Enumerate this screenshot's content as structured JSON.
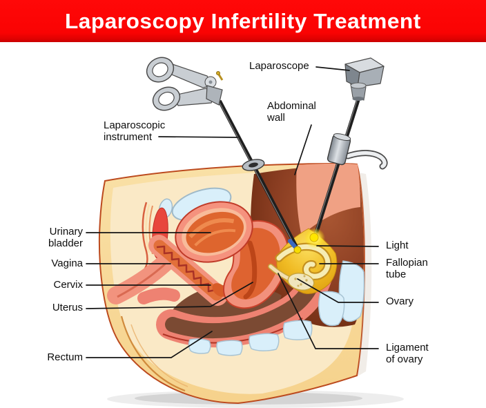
{
  "title": "Laparoscopy Infertility Treatment",
  "labels": {
    "laparoscope": "Laparoscope",
    "abdominal_wall": "Abdominal wall",
    "laparoscopic_instrument": "Laparoscopic instrument",
    "urinary_bladder": "Urinary bladder",
    "vagina": "Vagina",
    "cervix": "Cervix",
    "uterus": "Uterus",
    "rectum": "Rectum",
    "light": "Light",
    "fallopian_tube": "Fallopian tube",
    "ovary": "Ovary",
    "ligament_of_ovary": "Ligament of ovary"
  },
  "colors": {
    "banner_red": "#FA0303",
    "banner_text": "#FFFFFF",
    "skin_tan": "#F8DCA0",
    "inner_cream": "#FAE9C6",
    "cavity_brown": "#6E2C18",
    "organ_salmon": "#F2917C",
    "bladder_orange": "#DE652E",
    "rectum_brown": "#7B4A33",
    "bone_blue": "#D9EFFA",
    "lit_gold": "#EFB41E",
    "light_yellow": "#FFE600",
    "label_text": "#0D0D0D",
    "leader_line": "#141414"
  }
}
